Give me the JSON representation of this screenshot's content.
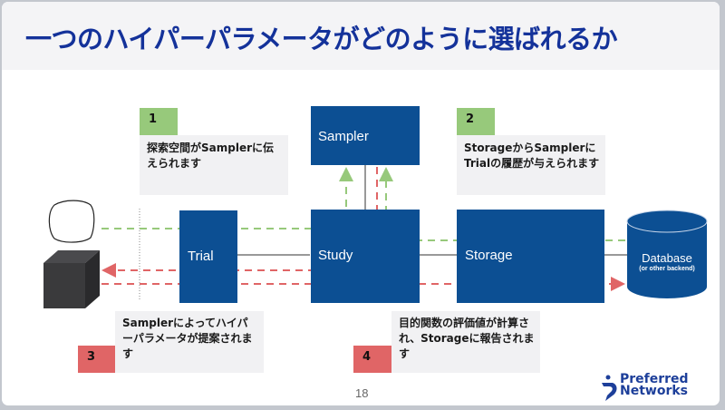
{
  "title": "一つのハイパーパラメータがどのように選ばれるか",
  "components": {
    "sampler": "Sampler",
    "trial": "Trial",
    "study": "Study",
    "storage": "Storage",
    "database": "Database",
    "database_sub": "(or other backend)"
  },
  "steps": [
    {
      "number": "1",
      "text": "探索空間がSamplerに伝えられます",
      "color": "#97c97b"
    },
    {
      "number": "2",
      "text": "StorageからSamplerにTrialの履歴が与えられます",
      "color": "#97c97b"
    },
    {
      "number": "3",
      "text": "Samplerによってハイパーパラメータが提案されます",
      "color": "#e06566"
    },
    {
      "number": "4",
      "text": "目的関数の評価値が計算され、Storageに報告されます",
      "color": "#e06566"
    }
  ],
  "colors": {
    "title": "#14329a",
    "box": "#0c4f93",
    "green_arrow": "#97c97b",
    "red_arrow": "#e06566"
  },
  "page_number": "18",
  "logo": {
    "line1": "Preferred",
    "line2": "Networks"
  }
}
